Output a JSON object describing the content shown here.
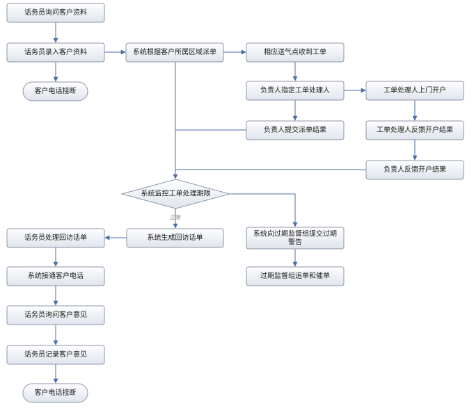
{
  "colors": {
    "node_fill_top": "#ffffff",
    "node_fill_bottom": "#dfe4ec",
    "node_stroke": "#8c96a8",
    "edge_stroke": "#4a6fa5"
  },
  "nodes": [
    {
      "id": "n1",
      "shape": "rect",
      "label": "话务员询问客户资料"
    },
    {
      "id": "n2",
      "shape": "rect",
      "label": "话务员录入客户资料"
    },
    {
      "id": "n3",
      "shape": "term",
      "label": "客户电话挂断"
    },
    {
      "id": "n4",
      "shape": "rect",
      "label": "系统根据客户所属区域派单"
    },
    {
      "id": "n5",
      "shape": "rect",
      "label": "相应送气点收到工单"
    },
    {
      "id": "n6",
      "shape": "rect",
      "label": "负责人指定工单处理人"
    },
    {
      "id": "n7",
      "shape": "rect",
      "label": "工单处理人上门开户"
    },
    {
      "id": "n8",
      "shape": "rect",
      "label": "负责人提交派单结果"
    },
    {
      "id": "n9",
      "shape": "rect",
      "label": "工单处理人反馈开户结果"
    },
    {
      "id": "n10",
      "shape": "rect",
      "label": "负责人反馈开户结果"
    },
    {
      "id": "n11",
      "shape": "diamond",
      "label": "系统监控工单处理期限"
    },
    {
      "id": "n12",
      "shape": "rect",
      "label": "系统生成回访话单"
    },
    {
      "id": "n13",
      "shape": "rect",
      "label": "话务员处理回访话单"
    },
    {
      "id": "n14",
      "shape": "rect",
      "label": "系统向过期监督组提交过期警告"
    },
    {
      "id": "n15",
      "shape": "rect",
      "label": "过期监督组追单和催单"
    },
    {
      "id": "n16",
      "shape": "rect",
      "label": "系统接通客户电话"
    },
    {
      "id": "n17",
      "shape": "rect",
      "label": "话务员询问客户意见"
    },
    {
      "id": "n18",
      "shape": "rect",
      "label": "话务员记录客户意见"
    },
    {
      "id": "n19",
      "shape": "term",
      "label": "客户电话挂断"
    }
  ],
  "edges": [
    {
      "from": "n1",
      "to": "n2",
      "label": ""
    },
    {
      "from": "n2",
      "to": "n3",
      "label": ""
    },
    {
      "from": "n2",
      "to": "n4",
      "label": ""
    },
    {
      "from": "n4",
      "to": "n5",
      "label": ""
    },
    {
      "from": "n5",
      "to": "n6",
      "label": ""
    },
    {
      "from": "n6",
      "to": "n7",
      "label": ""
    },
    {
      "from": "n6",
      "to": "n8",
      "label": ""
    },
    {
      "from": "n7",
      "to": "n9",
      "label": ""
    },
    {
      "from": "n9",
      "to": "n10",
      "label": ""
    },
    {
      "from": "n4",
      "to": "n11",
      "label": ""
    },
    {
      "from": "n8",
      "to": "n4",
      "label": ""
    },
    {
      "from": "n10",
      "to": "n4",
      "label": ""
    },
    {
      "from": "n11",
      "to": "n12",
      "label": "正常"
    },
    {
      "from": "n11",
      "to": "n14",
      "label": ""
    },
    {
      "from": "n12",
      "to": "n13",
      "label": ""
    },
    {
      "from": "n14",
      "to": "n15",
      "label": ""
    },
    {
      "from": "n13",
      "to": "n16",
      "label": ""
    },
    {
      "from": "n16",
      "to": "n17",
      "label": ""
    },
    {
      "from": "n17",
      "to": "n18",
      "label": ""
    },
    {
      "from": "n18",
      "to": "n19",
      "label": ""
    }
  ]
}
